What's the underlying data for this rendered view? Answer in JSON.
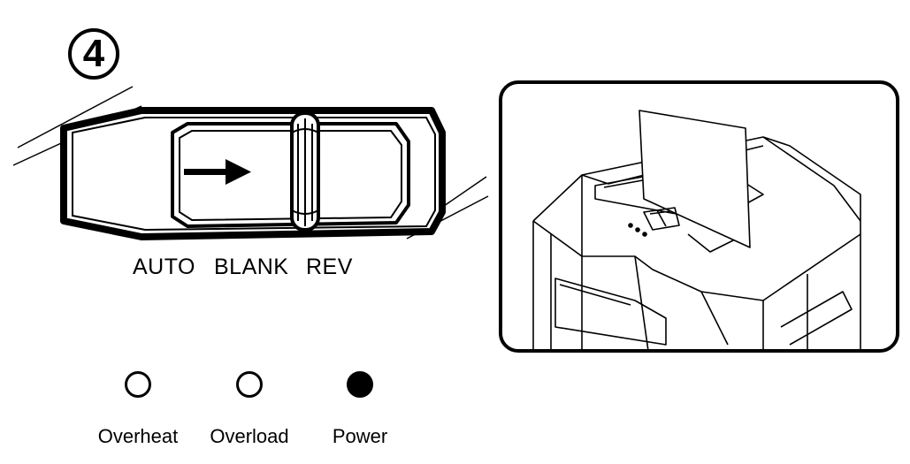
{
  "step": {
    "number": "4"
  },
  "switch": {
    "arrow_icon": "right-arrow-icon",
    "positions": [
      "AUTO",
      "BLANK",
      "REV"
    ]
  },
  "indicators": [
    {
      "label": "Overheat",
      "state": "off",
      "icon": "hollow-circle-icon"
    },
    {
      "label": "Overload",
      "state": "off",
      "icon": "hollow-circle-icon"
    },
    {
      "label": "Power",
      "state": "on",
      "icon": "filled-circle-icon"
    }
  ],
  "illustration": {
    "subject": "shredder-top-view"
  }
}
